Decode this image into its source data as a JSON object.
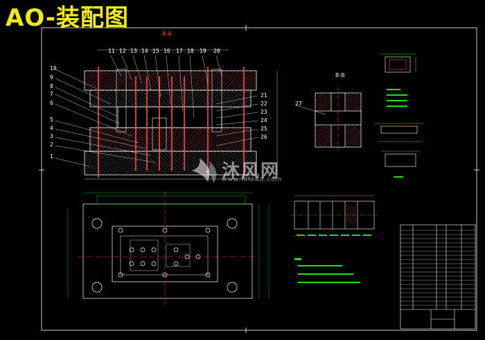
{
  "title": "AO-装配图",
  "section_label_aa": "A-A",
  "section_label_bb": "B-B",
  "part_numbers_top": [
    "11",
    "12",
    "13",
    "14",
    "15",
    "16",
    "17",
    "18",
    "19",
    "20"
  ],
  "part_numbers_left": [
    "10",
    "9",
    "8",
    "7",
    "6",
    "5",
    "4",
    "3",
    "2",
    "1"
  ],
  "part_numbers_right": [
    "21",
    "22",
    "23",
    "24",
    "25",
    "26"
  ],
  "part_number_detail": "27",
  "watermark": {
    "brand": "沐风网",
    "url": "www.mfcad.com"
  },
  "colors": {
    "background": "#000000",
    "title": "#f0e820",
    "outline": "#ffffff",
    "hatch": "#e03030",
    "dimension": "#20e020",
    "center_line": "#ff4040"
  }
}
